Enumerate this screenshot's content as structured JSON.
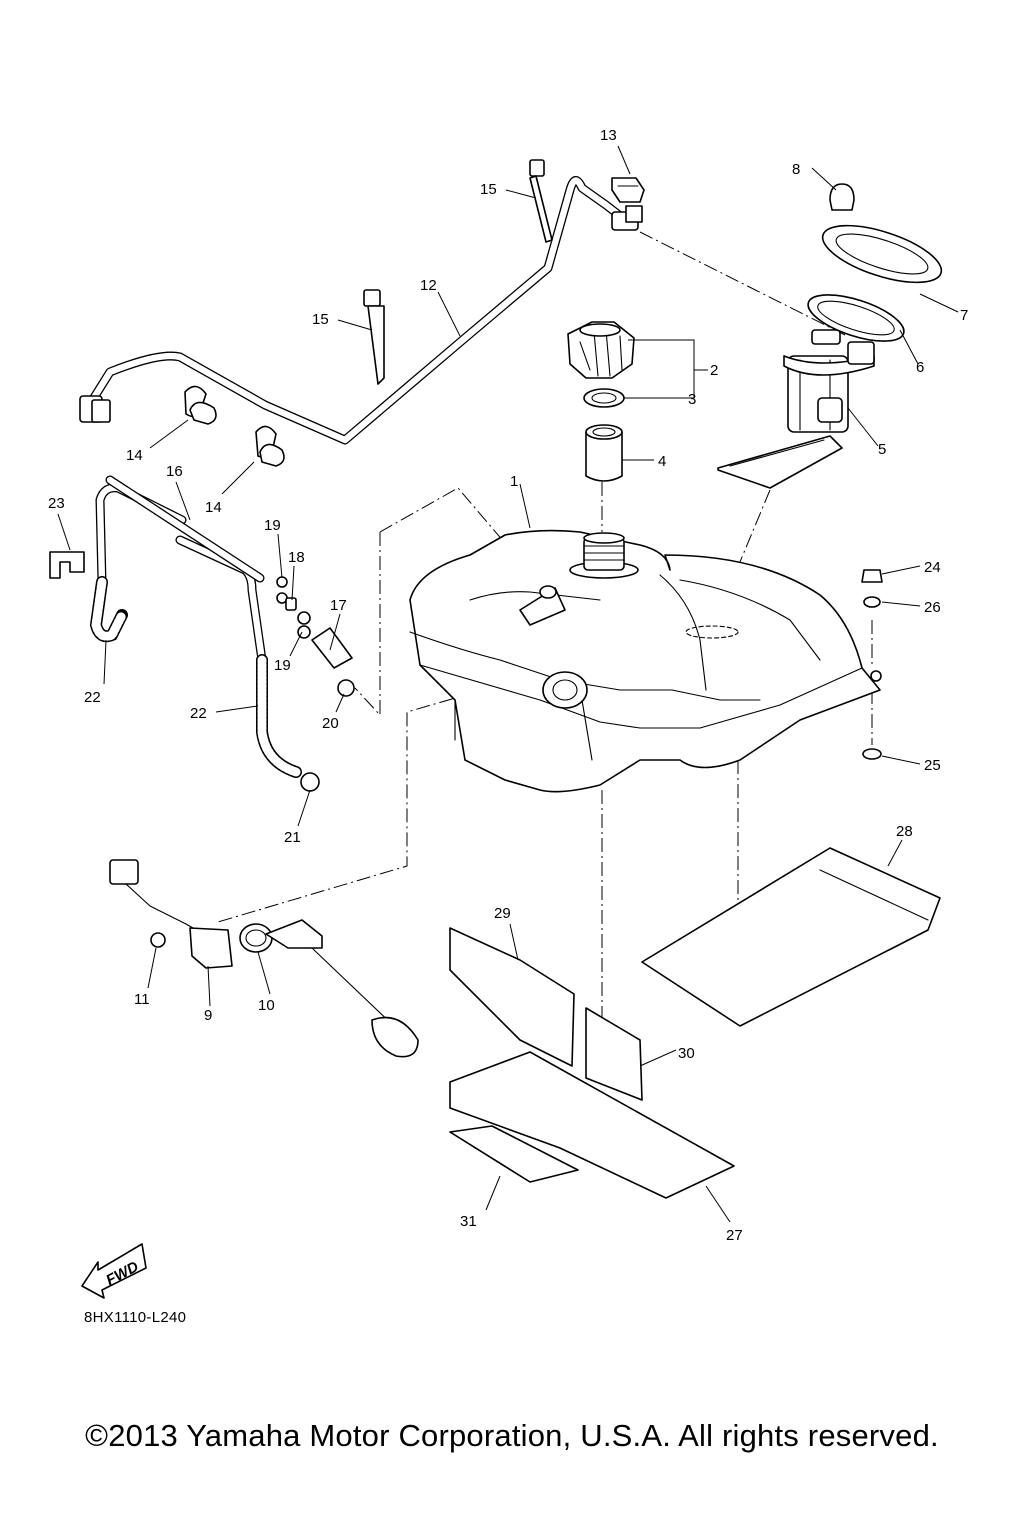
{
  "diagram": {
    "code": "8HX1110-L240",
    "copyright": "©2013 Yamaha Motor Corporation, U.S.A. All rights reserved.",
    "fwd_label": "FWD"
  },
  "callouts": {
    "p1": "1",
    "p2": "2",
    "p3": "3",
    "p4": "4",
    "p5": "5",
    "p6": "6",
    "p7": "7",
    "p8": "8",
    "p9": "9",
    "p10": "10",
    "p11": "11",
    "p12": "12",
    "p13": "13",
    "p14a": "14",
    "p14b": "14",
    "p15a": "15",
    "p15b": "15",
    "p16": "16",
    "p17": "17",
    "p18": "18",
    "p19a": "19",
    "p19b": "19",
    "p20": "20",
    "p21": "21",
    "p22a": "22",
    "p22b": "22",
    "p23": "23",
    "p24": "24",
    "p25": "25",
    "p26": "26",
    "p27": "27",
    "p28": "28",
    "p29": "29",
    "p30": "30",
    "p31": "31"
  }
}
